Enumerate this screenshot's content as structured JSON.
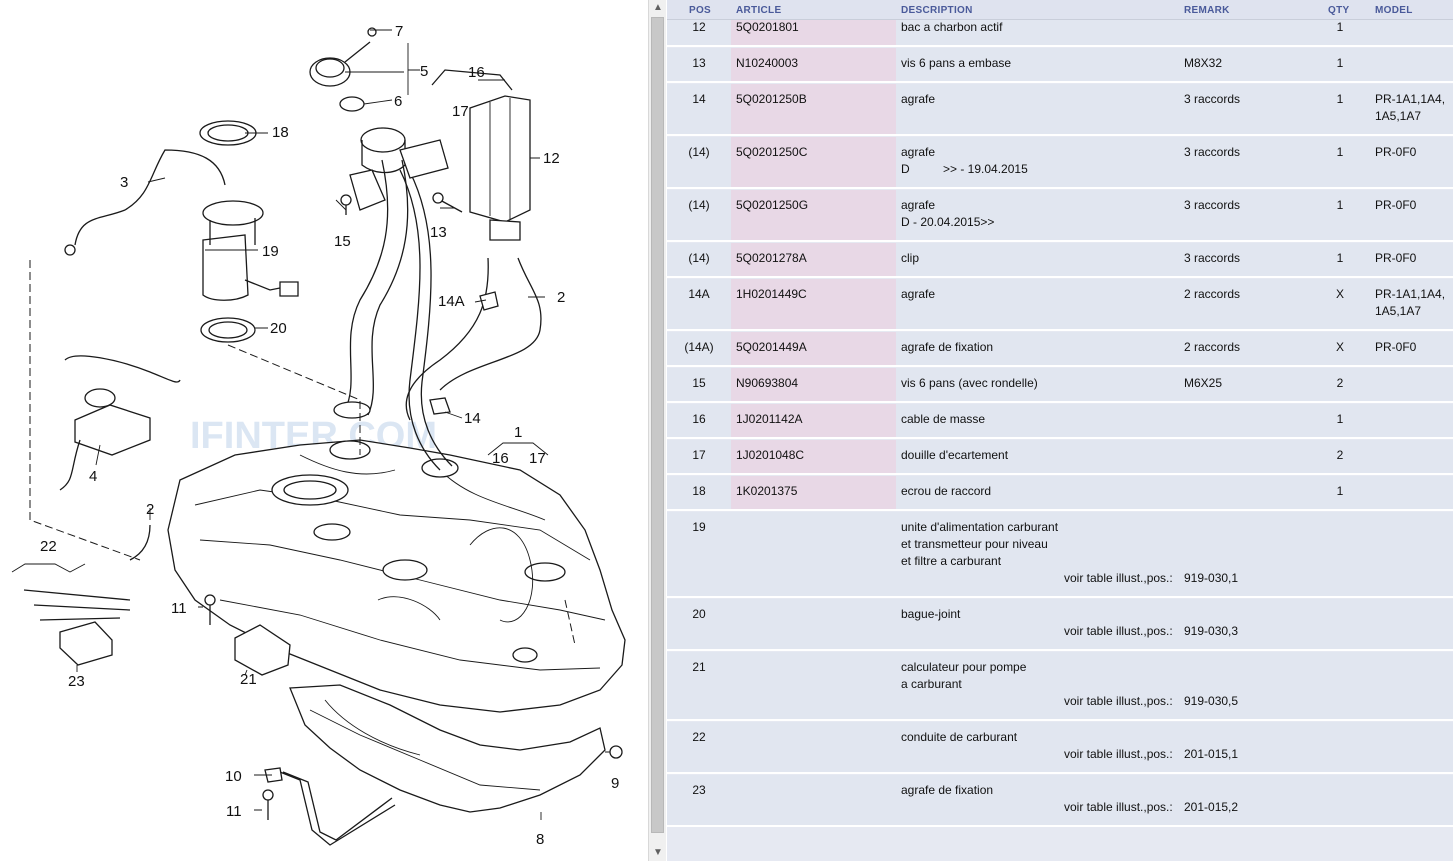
{
  "header": {
    "pos": "POS",
    "article": "ARTICLE",
    "description": "DESCRIPTION",
    "remark": "REMARK",
    "qty": "QTY",
    "model": "MODEL"
  },
  "rows": [
    {
      "pos": "12",
      "article": "5Q0201801",
      "desc": [
        "bac a charbon actif"
      ],
      "remark": "",
      "qty": "1",
      "model": []
    },
    {
      "pos": "13",
      "article": "N10240003",
      "desc": [
        "vis 6 pans a embase"
      ],
      "remark": "M8X32",
      "qty": "1",
      "model": []
    },
    {
      "pos": "14",
      "article": "5Q0201250B",
      "desc": [
        "agrafe"
      ],
      "remark": "3 raccords",
      "qty": "1",
      "model": [
        "PR-1A1,1A4,",
        "1A5,1A7"
      ]
    },
    {
      "pos": "(14)",
      "article": "5Q0201250C",
      "desc": [
        "agrafe",
        "D          >> - 19.04.2015"
      ],
      "remark": "3 raccords",
      "qty": "1",
      "model": [
        "PR-0F0"
      ]
    },
    {
      "pos": "(14)",
      "article": "5Q0201250G",
      "desc": [
        "agrafe",
        "D - 20.04.2015>>"
      ],
      "remark": "3 raccords",
      "qty": "1",
      "model": [
        "PR-0F0"
      ]
    },
    {
      "pos": "(14)",
      "article": "5Q0201278A",
      "desc": [
        "clip"
      ],
      "remark": "3 raccords",
      "qty": "1",
      "model": [
        "PR-0F0"
      ]
    },
    {
      "pos": "14A",
      "article": "1H0201449C",
      "desc": [
        "agrafe"
      ],
      "remark": "2 raccords",
      "qty": "X",
      "model": [
        "PR-1A1,1A4,",
        "1A5,1A7"
      ]
    },
    {
      "pos": "(14A)",
      "article": "5Q0201449A",
      "desc": [
        "agrafe de fixation"
      ],
      "remark": "2 raccords",
      "qty": "X",
      "model": [
        "PR-0F0"
      ]
    },
    {
      "pos": "15",
      "article": "N90693804",
      "desc": [
        "vis 6 pans (avec rondelle)"
      ],
      "remark": "M6X25",
      "qty": "2",
      "model": []
    },
    {
      "pos": "16",
      "article": "1J0201142A",
      "desc": [
        "cable de masse"
      ],
      "remark": "",
      "qty": "1",
      "model": []
    },
    {
      "pos": "17",
      "article": "1J0201048C",
      "desc": [
        "douille d'ecartement"
      ],
      "remark": "",
      "qty": "2",
      "model": []
    },
    {
      "pos": "18",
      "article": "1K0201375",
      "desc": [
        "ecrou de raccord"
      ],
      "remark": "",
      "qty": "1",
      "model": []
    },
    {
      "pos": "19",
      "article": "",
      "desc": [
        "unite d'alimentation carburant",
        "et transmetteur pour niveau",
        "et filtre a carburant"
      ],
      "remark": "",
      "qty": "",
      "model": [],
      "ref_label": "voir table illust.,pos.:",
      "ref_value": "919-030,1"
    },
    {
      "pos": "20",
      "article": "",
      "desc": [
        "bague-joint"
      ],
      "remark": "",
      "qty": "",
      "model": [],
      "ref_label": "voir table illust.,pos.:",
      "ref_value": "919-030,3"
    },
    {
      "pos": "21",
      "article": "",
      "desc": [
        "calculateur pour pompe",
        "a carburant"
      ],
      "remark": "",
      "qty": "",
      "model": [],
      "ref_label": "voir table illust.,pos.:",
      "ref_value": "919-030,5"
    },
    {
      "pos": "22",
      "article": "",
      "desc": [
        "conduite de carburant"
      ],
      "remark": "",
      "qty": "",
      "model": [],
      "ref_label": "voir table illust.,pos.:",
      "ref_value": "201-015,1"
    },
    {
      "pos": "23",
      "article": "",
      "desc": [
        "agrafe de fixation"
      ],
      "remark": "",
      "qty": "",
      "model": [],
      "ref_label": "voir table illust.,pos.:",
      "ref_value": "201-015,2"
    }
  ],
  "diagram": {
    "watermark": "IFINTER.COM",
    "callouts": [
      "1",
      "2",
      "2",
      "3",
      "4",
      "5",
      "6",
      "7",
      "8",
      "9",
      "10",
      "11",
      "11",
      "12",
      "13",
      "14",
      "14A",
      "15",
      "16",
      "16",
      "17",
      "17",
      "18",
      "19",
      "20",
      "21",
      "22",
      "23"
    ]
  },
  "scrollbar": {
    "up_icon": "▲",
    "down_icon": "▼"
  },
  "colors": {
    "article_col": "#e8d8e6",
    "row_bg": "#e1e6f0",
    "header_text": "#4a5a9a"
  }
}
